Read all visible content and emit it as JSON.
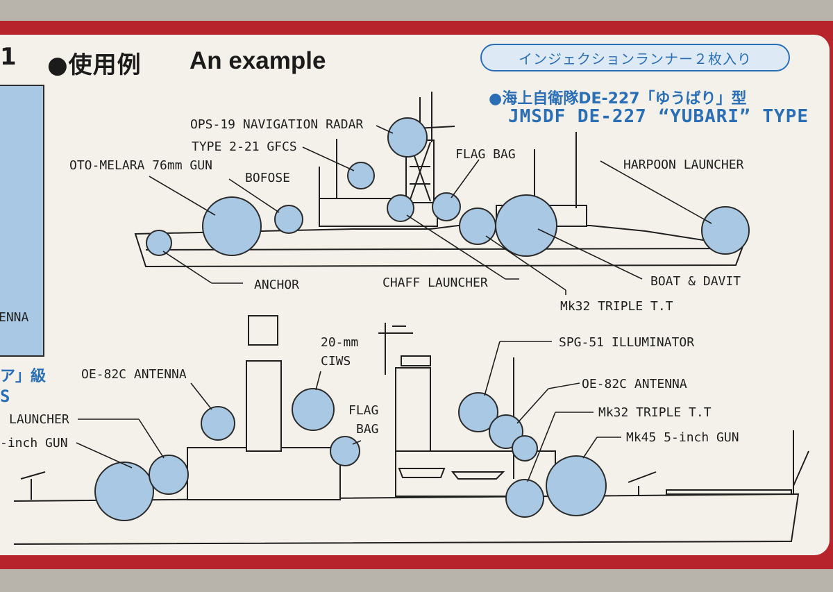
{
  "header": {
    "section_number": "1",
    "title_jp": "●使用例",
    "title_en": "An example",
    "runner_badge": "インジェクションランナー２枚入り"
  },
  "ship_top": {
    "title_jp": "●海上自衛隊DE-227「ゆうばり」型",
    "title_en": "JMSDF DE-227 “YUBARI” TYPE",
    "labels": {
      "ops19": "OPS-19 NAVIGATION RADAR",
      "gfcs": "TYPE 2-21 GFCS",
      "oto": "OTO-MELARA 76mm GUN",
      "bofose": "BOFOSE",
      "flagbag": "FLAG BAG",
      "harpoon": "HARPOON LAUNCHER",
      "anchor": "ANCHOR",
      "chaff": "CHAFF LAUNCHER",
      "boat": "BOAT & DAVIT",
      "mk32": "Mk32 TRIPLE T.T"
    }
  },
  "ship_bottom": {
    "partial_title_jp": "ア」級",
    "partial_title_en": "S",
    "left_box_label": "ENNA",
    "labels": {
      "ciws_line1": "20-mm",
      "ciws_line2": "CIWS",
      "spg51": "SPG-51 ILLUMINATOR",
      "oe82c_left": "OE-82C ANTENNA",
      "oe82c_right": "OE-82C ANTENNA",
      "flag_line1": "FLAG",
      "flag_line2": "BAG",
      "mk32": "Mk32 TRIPLE T.T",
      "launcher": "LAUNCHER",
      "inch_gun": "-inch GUN",
      "mk45": "Mk45 5-inch GUN"
    }
  },
  "colors": {
    "frame_red": "#b8242c",
    "panel_bg": "#f3f1ea",
    "accent_blue": "#2a6fb5",
    "callout_fill": "#a9c8e3"
  }
}
